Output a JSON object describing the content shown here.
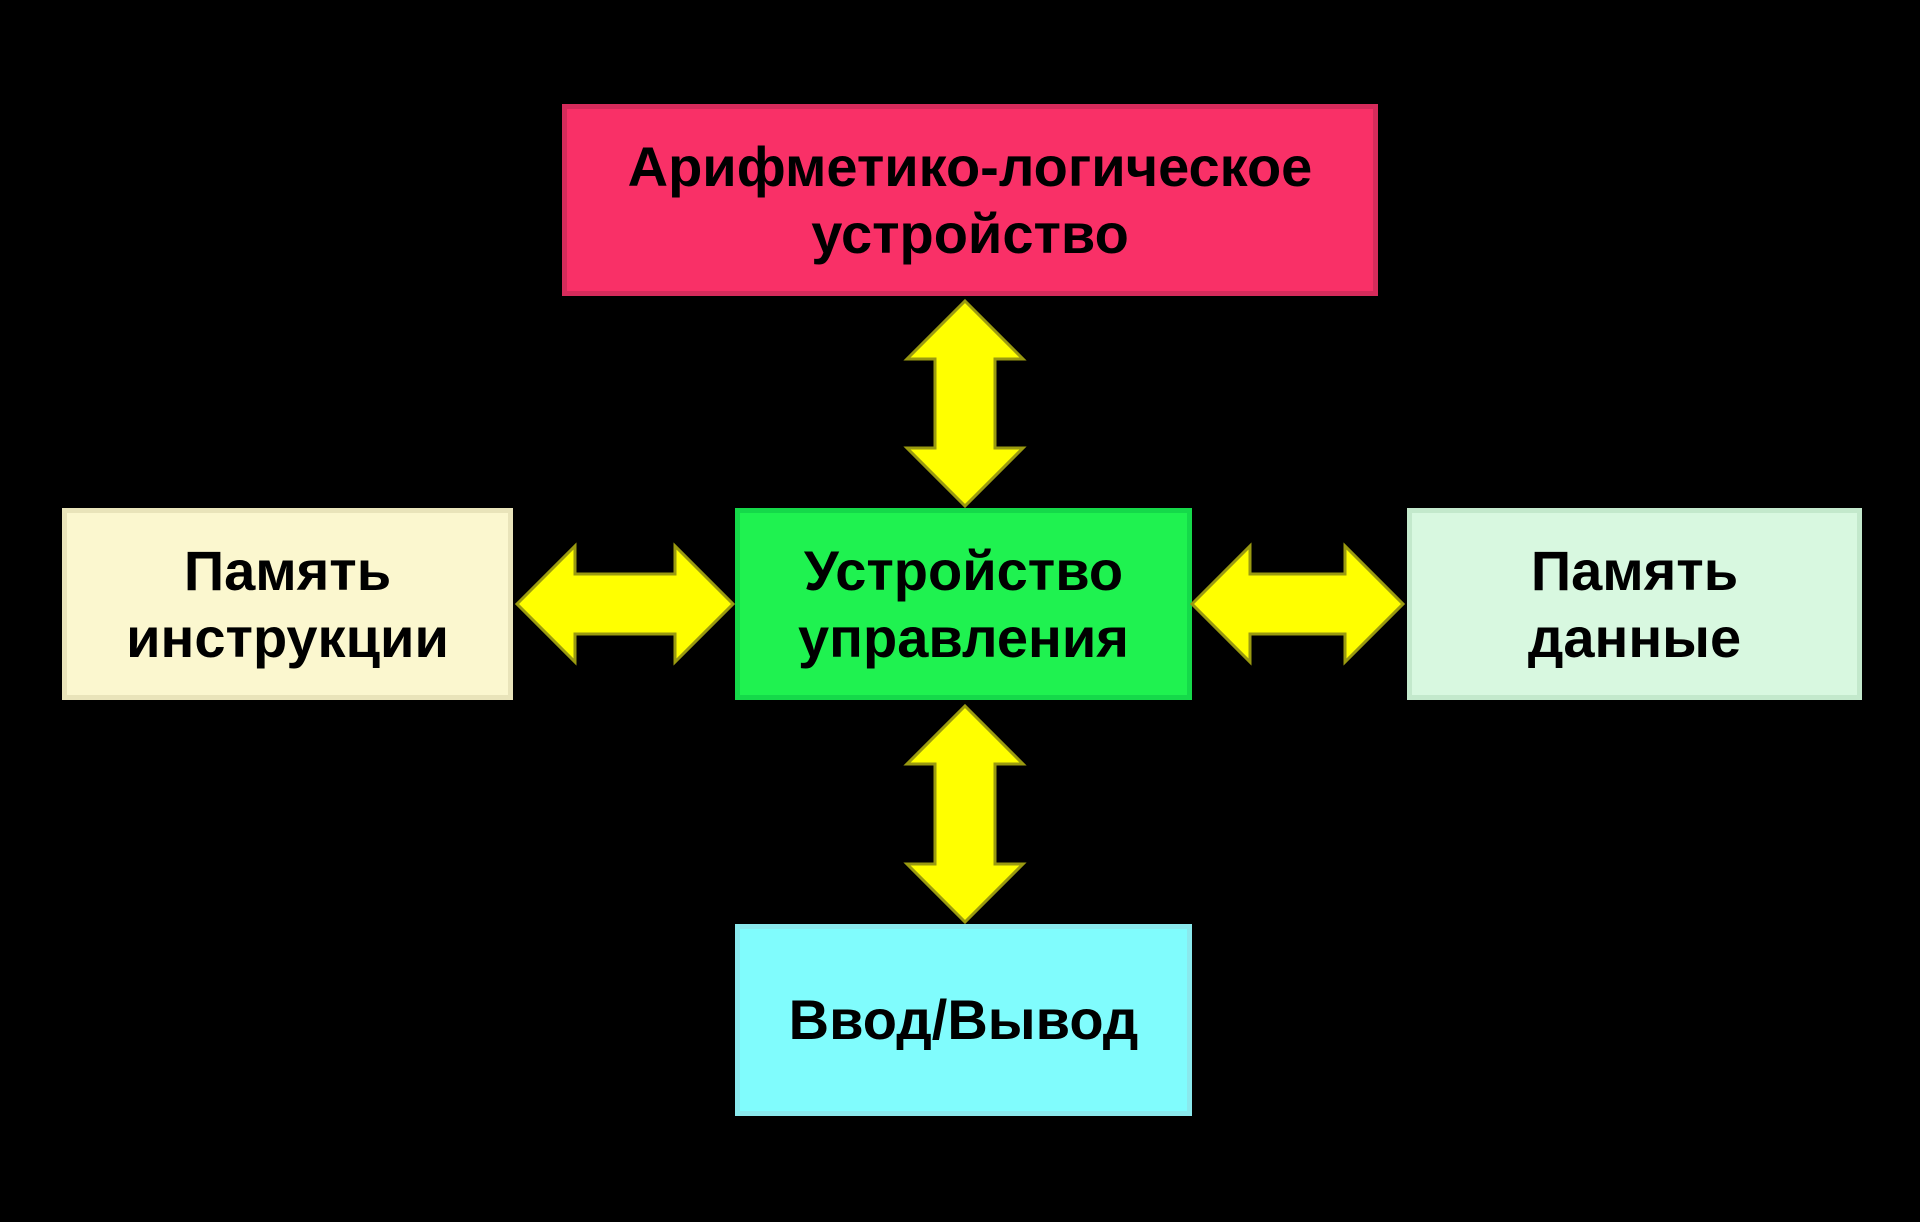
{
  "diagram": {
    "background_color": "#000000",
    "text_color": "#000000",
    "boxes": {
      "alu": {
        "lines": [
          "Арифметико-логическое",
          "устройство"
        ],
        "fill": "#F93067",
        "border": "#D62B5B"
      },
      "instruction_memory": {
        "lines": [
          "Память",
          "инструкции"
        ],
        "fill": "#FBF7CF",
        "border": "#E9E4BA"
      },
      "control_unit": {
        "lines": [
          "Устройство",
          "управления"
        ],
        "fill": "#1FF250",
        "border": "#15D94A"
      },
      "data_memory": {
        "lines": [
          "Память",
          "данные"
        ],
        "fill": "#D8F8E0",
        "border": "#C3E9CC"
      },
      "io": {
        "lines": [
          "Ввод/Вывод"
        ],
        "fill": "#80FCFD",
        "border": "#8AE9ED"
      }
    },
    "arrows": {
      "fill": "#FFFF00",
      "outline": "#9A9A10",
      "connections": [
        {
          "name": "alu-control-arrow",
          "direction": "bidirectional-vertical"
        },
        {
          "name": "instruction-memory-control-arrow",
          "direction": "bidirectional-horizontal"
        },
        {
          "name": "control-data-memory-arrow",
          "direction": "bidirectional-horizontal"
        },
        {
          "name": "control-io-arrow",
          "direction": "bidirectional-vertical"
        }
      ]
    }
  }
}
